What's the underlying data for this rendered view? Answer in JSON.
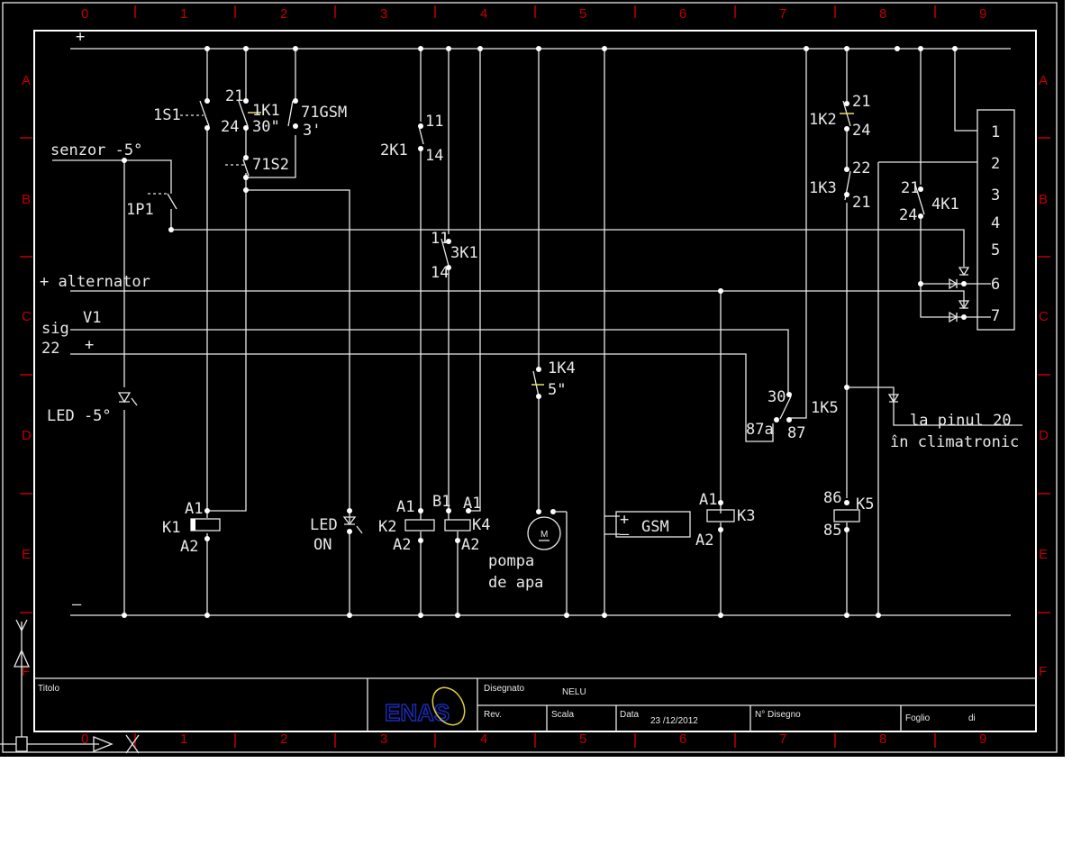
{
  "grid": {
    "cols": [
      "0",
      "1",
      "2",
      "3",
      "4",
      "5",
      "6",
      "7",
      "8",
      "9"
    ],
    "rows": [
      "A",
      "B",
      "C",
      "D",
      "E",
      "F"
    ]
  },
  "rails": {
    "plus": "+",
    "minus": "–"
  },
  "labels": {
    "senzor": "senzor -5°",
    "p1": "1P1",
    "s1": "1S1",
    "k1_21": "21",
    "k1_24": "24",
    "k1": "1K1",
    "k1_t": "30\"",
    "gsm_c": "71GSM",
    "gsm_t": "3'",
    "s2": "71S2",
    "k2_11": "11",
    "k2_14": "14",
    "k2c": "2K1",
    "k3_11": "11",
    "k3_14": "14",
    "k3c": "3K1",
    "alternator": "+ alternator",
    "sig": "sig",
    "v1": "V1",
    "n22": "22",
    "plus22": "+",
    "led5": "LED -5°",
    "k4c": "1K4",
    "k4t": "5\"",
    "r30": "30",
    "r87a": "87a",
    "r87": "87",
    "k5c": "1K5",
    "k2b_21": "21",
    "k2b_24": "24",
    "k2b": "1K2",
    "k3b_22": "22",
    "k3b_21": "21",
    "k3b": "1K3",
    "k41_21": "21",
    "k41_24": "24",
    "k41": "4K1",
    "pins": [
      "1",
      "2",
      "3",
      "4",
      "5",
      "6",
      "7"
    ],
    "climatronic1": "la pinul 20",
    "climatronic2": "în climatronic",
    "k1_a1": "A1",
    "k1c": "K1",
    "k1_a2": "A2",
    "led_on1": "LED",
    "led_on2": "ON",
    "k2_a1": "A1",
    "k2": "K2",
    "k2_a2": "A2",
    "k4_b1": "B1",
    "k4_a1": "A1",
    "k4": "K4",
    "k4_a2": "A2",
    "motor": "M",
    "pump1": "pompa",
    "pump2": "de apa",
    "gsm": "GSM",
    "gsm_plus": "+",
    "gsm_minus": "–",
    "k3_a1": "A1",
    "k3": "K3",
    "k3_a2": "A2",
    "k5_86": "86",
    "k5": "K5",
    "k5_85": "85"
  },
  "title_block": {
    "titolo": "Titolo",
    "logo": "ENAS",
    "disegnato": "Disegnato",
    "disegnato_val": "NELU",
    "rev": "Rev.",
    "scala": "Scala",
    "data": "Data",
    "data_val": "23 /12/2012",
    "n_disegno": "N° Disegno",
    "foglio": "Foglio",
    "di": "di"
  }
}
